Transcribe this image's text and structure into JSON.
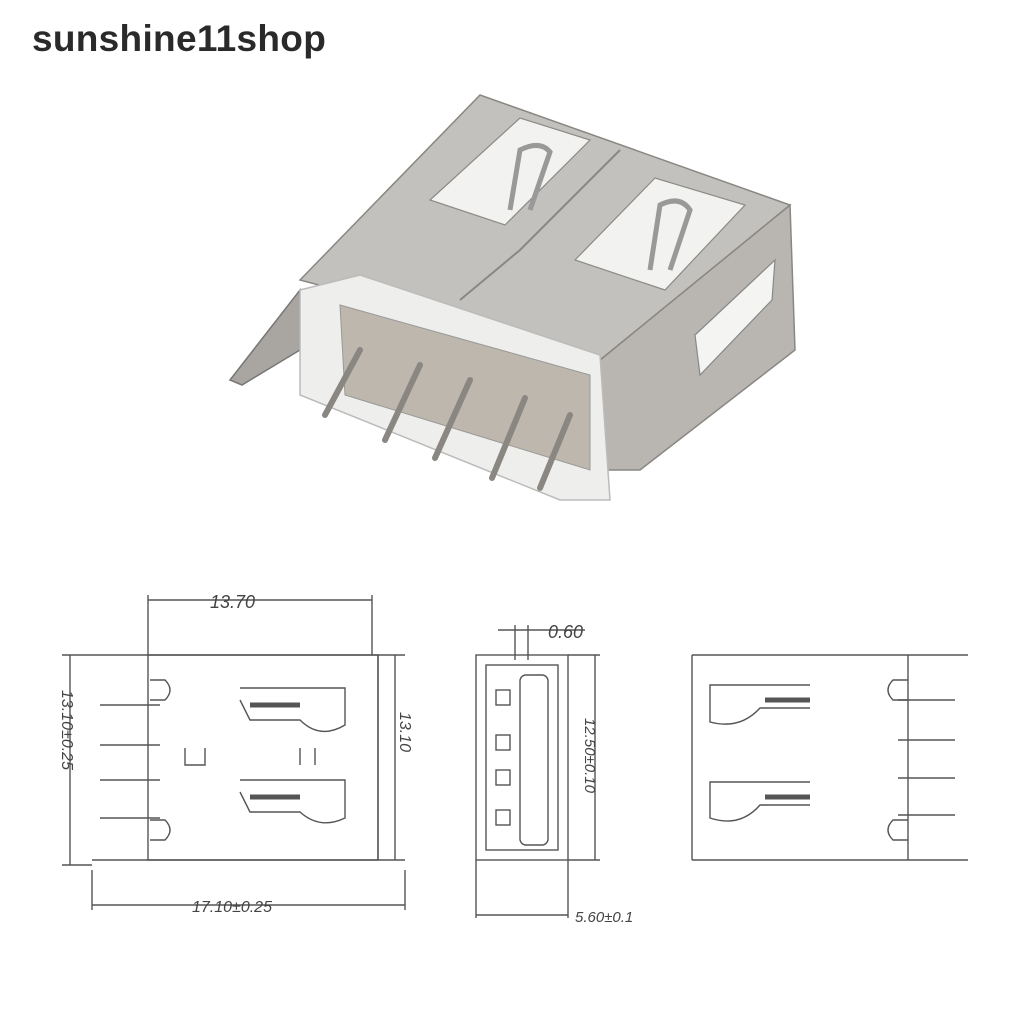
{
  "shop": {
    "watermark": "sunshine11shop"
  },
  "product_photo": {
    "subject": "usb-a-female-connector"
  },
  "drawings": {
    "top_view": {
      "width_top": "13.70",
      "height_left": "13.10±0.25",
      "height_right": "13.10",
      "width_bottom": "17.10±0.25"
    },
    "side_view": {
      "pin_thickness": "0.60",
      "height": "12.50±0.10",
      "depth": "5.60±0.1"
    }
  }
}
